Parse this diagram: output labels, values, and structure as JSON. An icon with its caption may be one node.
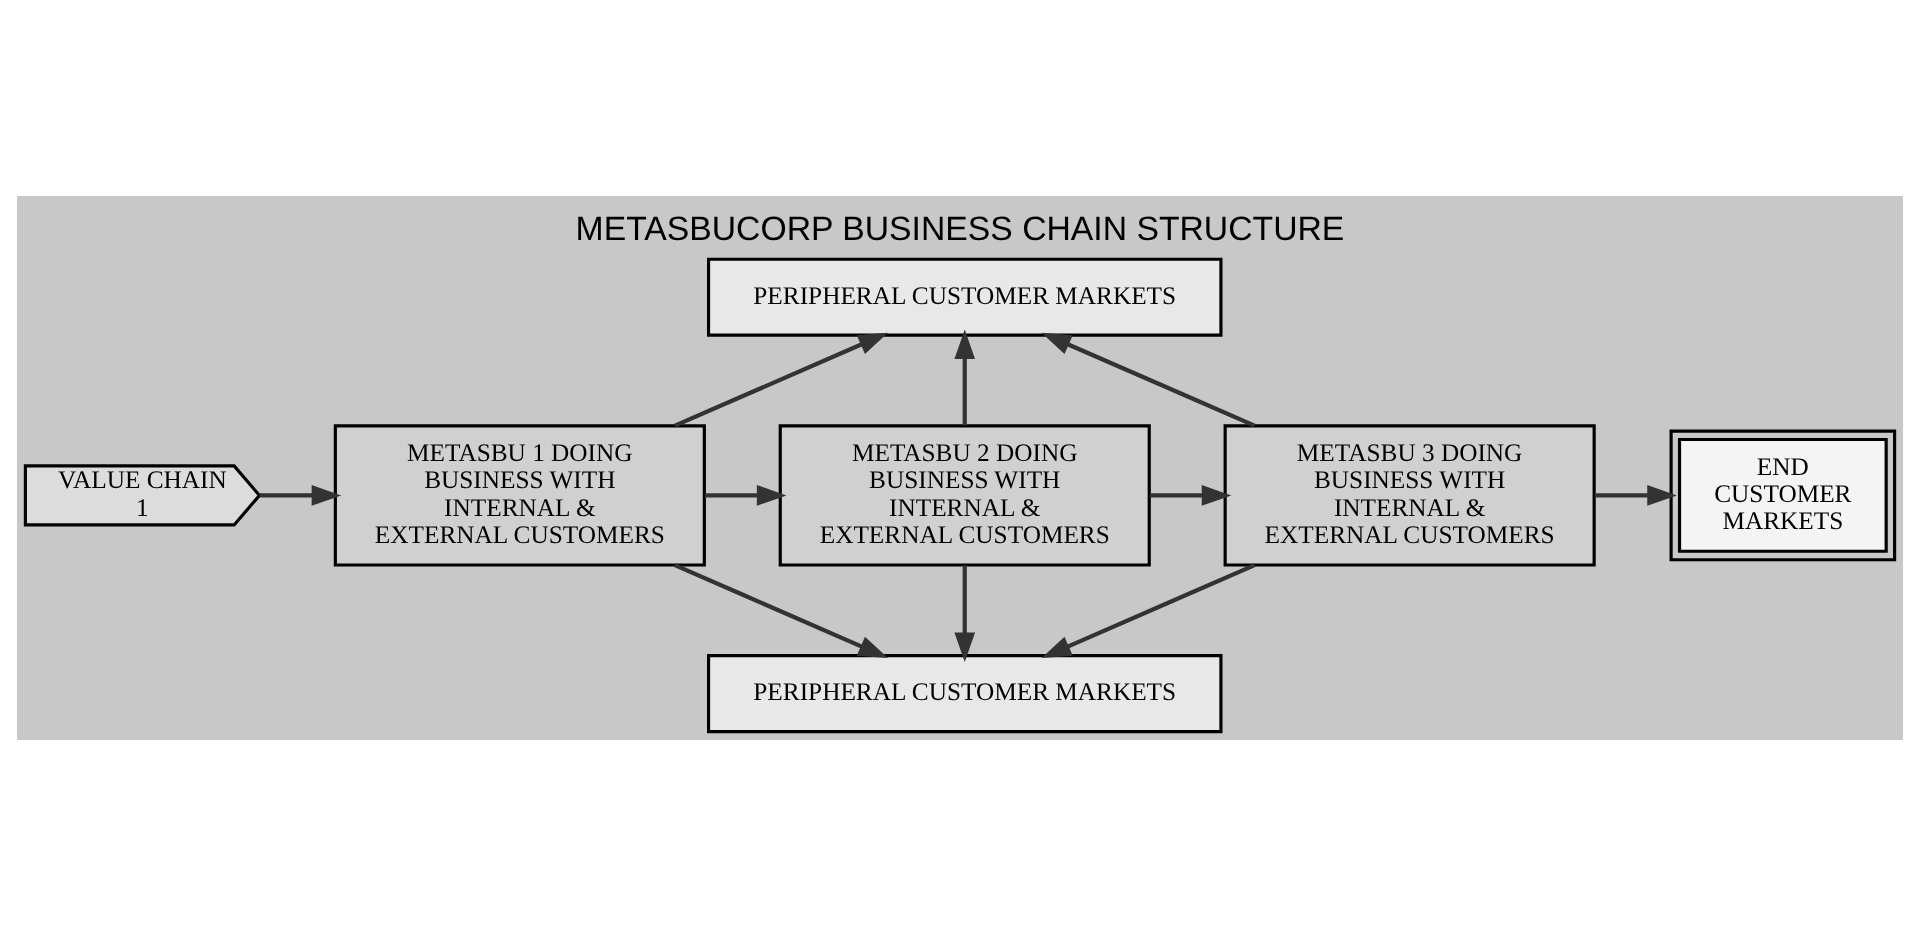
{
  "diagram": {
    "title": "METASBUCORP BUSINESS CHAIN STRUCTURE",
    "nodes": [
      {
        "text": [
          "PERIPHERAL CUSTOMER MARKETS"
        ]
      },
      {
        "text": [
          "VALUE CHAIN 1"
        ]
      },
      {
        "text": [
          "METASBU 1 DOING BUSINESS WITH INTERNAL & EXTERNAL CUSTOMERS"
        ]
      },
      {
        "text": [
          "METASBU 2 DOING BUSINESS WITH INTERNAL & EXTERNAL CUSTOMERS"
        ]
      },
      {
        "text": [
          "METASBU 3 DOING BUSINESS WITH INTERNAL & EXTERNAL CUSTOMERS"
        ]
      },
      {
        "text": [
          "END CUSTOMER MARKETS"
        ]
      },
      {
        "text": [
          "PERIPHERAL CUSTOMER MARKETS"
        ]
      }
    ],
    "edges": [
      {
        "from": 1,
        "to": 2,
        "arrow": "to"
      },
      {
        "from": 2,
        "to": 3,
        "arrow": "to"
      },
      {
        "from": 3,
        "to": 4,
        "arrow": "to"
      },
      {
        "from": 4,
        "to": 5,
        "arrow": "to"
      },
      {
        "from": 2,
        "to": 0,
        "arrow": "to"
      },
      {
        "from": 2,
        "to": 6,
        "arrow": "to"
      },
      {
        "from": 3,
        "to": 0,
        "arrow": "to"
      },
      {
        "from": 3,
        "to": 6,
        "arrow": "to"
      },
      {
        "from": 4,
        "to": 0,
        "arrow": "to"
      },
      {
        "from": 4,
        "to": 6,
        "arrow": "to"
      }
    ]
  }
}
